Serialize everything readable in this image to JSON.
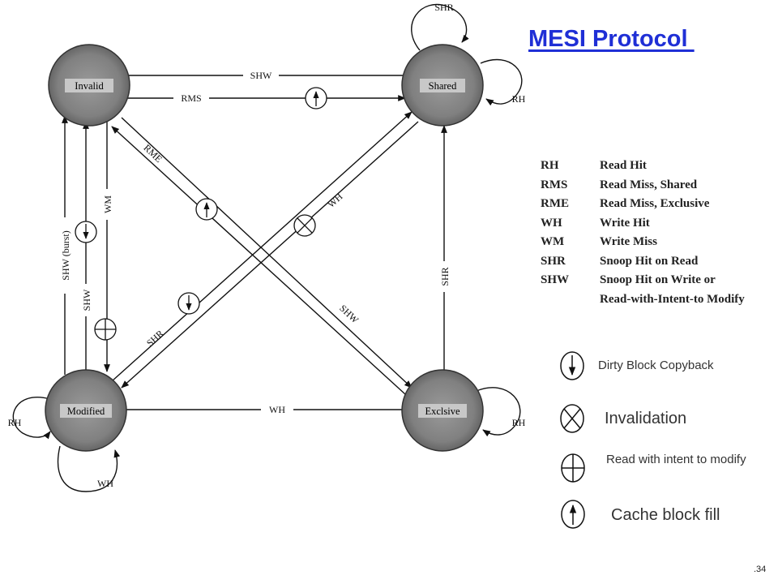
{
  "title": "MESI Protocol ",
  "states": {
    "invalid": "Invalid",
    "shared": "Shared",
    "modified": "Modified",
    "exclusive": "Exclsive"
  },
  "transitions": {
    "shr_top": "SHR",
    "rh_shared": "RH",
    "shw_top": "SHW",
    "rms": "RMS",
    "rme": "RME",
    "wh_diag": "WH",
    "wm": "WM",
    "shw_burst": "SHW (burst)",
    "shw_left": "SHW",
    "shr_diag": "SHR",
    "shw_diag": "SHW",
    "shr_right": "SHR",
    "wh_bottom": "WH",
    "rh_modified": "RH",
    "wh_modified": "WH",
    "rh_exclusive": "RH"
  },
  "legend": [
    {
      "abbr": "RH",
      "definition": "Read Hit"
    },
    {
      "abbr": "RMS",
      "definition": "Read Miss, Shared"
    },
    {
      "abbr": "RME",
      "definition": "Read Miss, Exclusive"
    },
    {
      "abbr": "WH",
      "definition": "Write Hit"
    },
    {
      "abbr": "WM",
      "definition": "Write Miss"
    },
    {
      "abbr": "SHR",
      "definition": "Snoop Hit on Read"
    },
    {
      "abbr": "SHW",
      "definition": "Snoop Hit on Write or"
    },
    {
      "abbr": "",
      "definition": "Read-with-Intent-to Modify"
    }
  ],
  "symbols": {
    "copyback": "Dirty Block Copyback",
    "invalidation": "Invalidation",
    "rwitm": "Read with intent to modify",
    "fill": "Cache block fill"
  },
  "page_number": ".34"
}
